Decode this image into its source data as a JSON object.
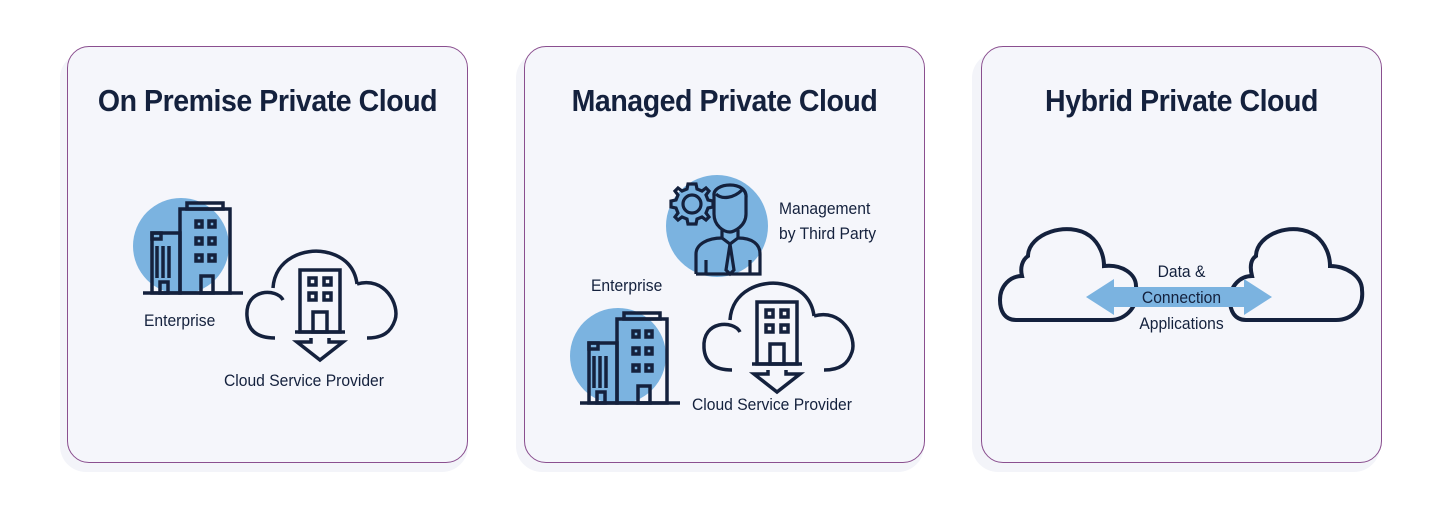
{
  "colors": {
    "ink": "#14213d",
    "accent_blue": "#7bb3e0",
    "card_bg": "#f5f6fb",
    "card_border": "#8a4f8f"
  },
  "panels": [
    {
      "title": "On Premise Private Cloud",
      "labels": {
        "enterprise": "Enterprise",
        "provider": "Cloud Service Provider"
      },
      "icons": [
        "building-icon",
        "cloud-building-download-icon"
      ]
    },
    {
      "title": "Managed Private Cloud",
      "labels": {
        "management_line1": "Management",
        "management_line2": "by Third Party",
        "enterprise": "Enterprise",
        "provider": "Cloud Service Provider"
      },
      "icons": [
        "manager-gear-icon",
        "building-icon",
        "cloud-building-download-icon"
      ]
    },
    {
      "title": "Hybrid Private Cloud",
      "labels": {
        "line1": "Data &",
        "line2": "Connection",
        "line3": "Applications"
      },
      "icons": [
        "cloud-icon",
        "double-arrow-icon",
        "cloud-icon"
      ]
    }
  ]
}
